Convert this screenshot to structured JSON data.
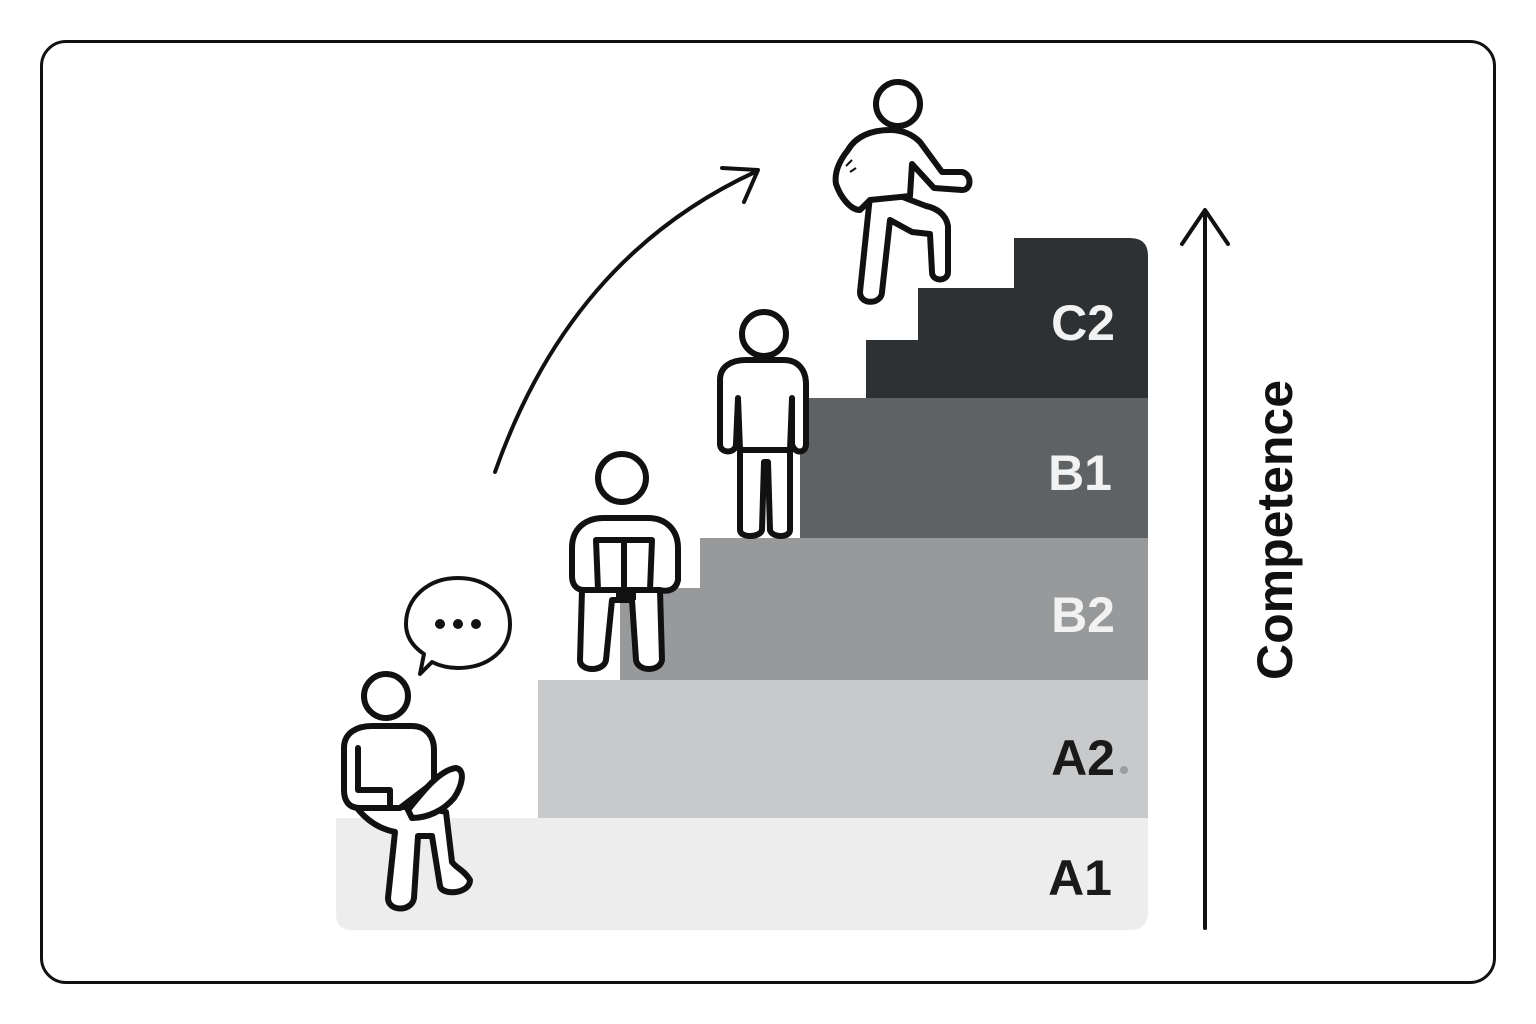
{
  "diagram": {
    "levels": [
      {
        "label": "A1",
        "color": "#ededed",
        "text_color": "#1a1a1a"
      },
      {
        "label": "A2",
        "color": "#c8c9cb",
        "text_color": "#1a1a1a"
      },
      {
        "label": "B2",
        "color": "#97999b",
        "text_color": "#f2f2f2"
      },
      {
        "label": "B1",
        "color": "#5f6265",
        "text_color": "#f2f2f2"
      },
      {
        "label": "C2",
        "color": "#2e3134",
        "text_color": "#f2f2f2"
      }
    ],
    "axis_label": "Competence",
    "figures": [
      "sitting-speaking-person",
      "sitting-reading-person",
      "standing-person",
      "climbing-person"
    ],
    "speech_bubble_icon": "ellipsis-speech-bubble"
  }
}
